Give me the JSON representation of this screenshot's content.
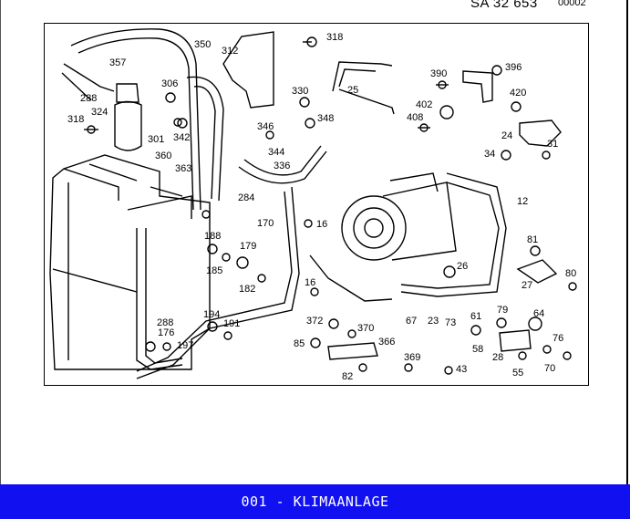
{
  "header": {
    "doc_code": "SA  32 653",
    "sheet": "00002"
  },
  "footer": {
    "title": "001 - KLIMAANLAGE"
  },
  "diagram": {
    "callouts": [
      "350",
      "318",
      "312",
      "357",
      "306",
      "288",
      "324",
      "318",
      "301",
      "342",
      "330",
      "348",
      "346",
      "344",
      "336",
      "25",
      "390",
      "396",
      "402",
      "408",
      "420",
      "24",
      "31",
      "34",
      "360",
      "363",
      "284",
      "170",
      "16",
      "188",
      "179",
      "185",
      "182",
      "12",
      "81",
      "26",
      "80",
      "16",
      "27",
      "288",
      "176",
      "197",
      "194",
      "191",
      "372",
      "370",
      "85",
      "366",
      "67",
      "23",
      "73",
      "61",
      "79",
      "64",
      "369",
      "58",
      "76",
      "28",
      "55",
      "70",
      "82",
      "43"
    ]
  }
}
